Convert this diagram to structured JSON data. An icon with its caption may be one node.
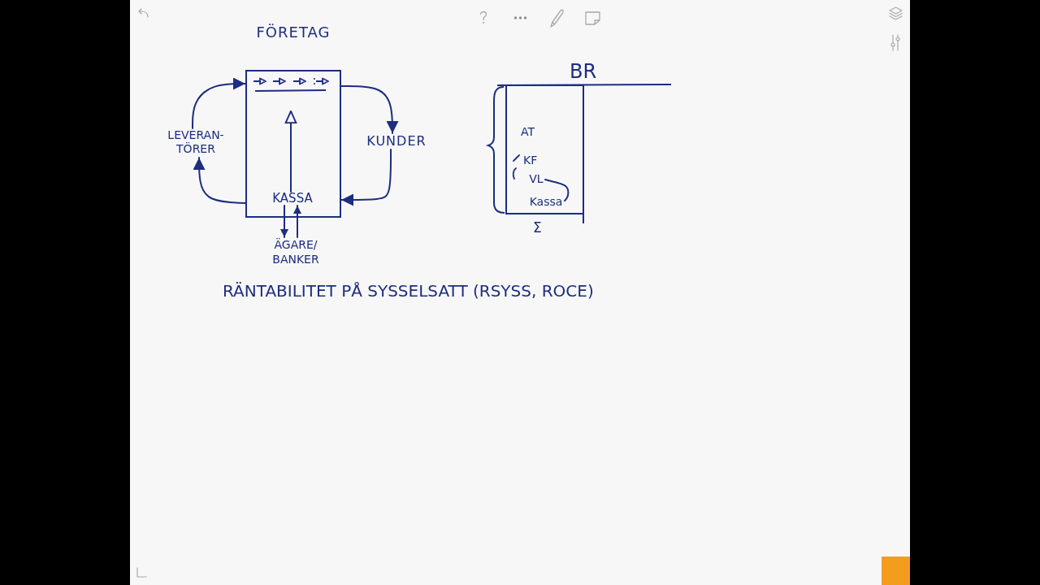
{
  "diagram": {
    "nodes": [
      {
        "text": [
          "FÖRETAG"
        ]
      },
      {
        "text": [
          "KASSA"
        ],
        "in": 0
      },
      {
        "text": [
          "LEVERAN- TÖRER"
        ]
      },
      {
        "text": [
          "KUNDER"
        ]
      },
      {
        "text": [
          "ÄGARE/ BANKER"
        ]
      },
      {
        "text": [
          "BR"
        ]
      },
      {
        "text": [
          "AT",
          "KF"
        ],
        "in": 5,
        "beside": [
          "Σ"
        ]
      },
      {
        "text": [
          "VL"
        ],
        "in": 6
      },
      {
        "text": [
          "Kassa"
        ],
        "in": 6
      }
    ],
    "edges": [
      {
        "from": 2,
        "to": 0,
        "arrow": "to"
      },
      {
        "from": 0,
        "to": 3,
        "arrow": "to"
      },
      {
        "from": 3,
        "to": 0,
        "arrow": "to"
      },
      {
        "from": 0,
        "to": 2,
        "arrow": "to"
      },
      {
        "from": 1,
        "to": 4,
        "arrow": "to"
      },
      {
        "from": 4,
        "to": 1,
        "arrow": "to"
      },
      {
        "from": 1,
        "to": null,
        "arrow": "to"
      },
      {
        "from": 7,
        "to": 8,
        "arrow": "none"
      }
    ],
    "labels": [
      "RÄNTABILITET PÅ SYSSELSATT (RSYSS, ROCE)"
    ]
  }
}
